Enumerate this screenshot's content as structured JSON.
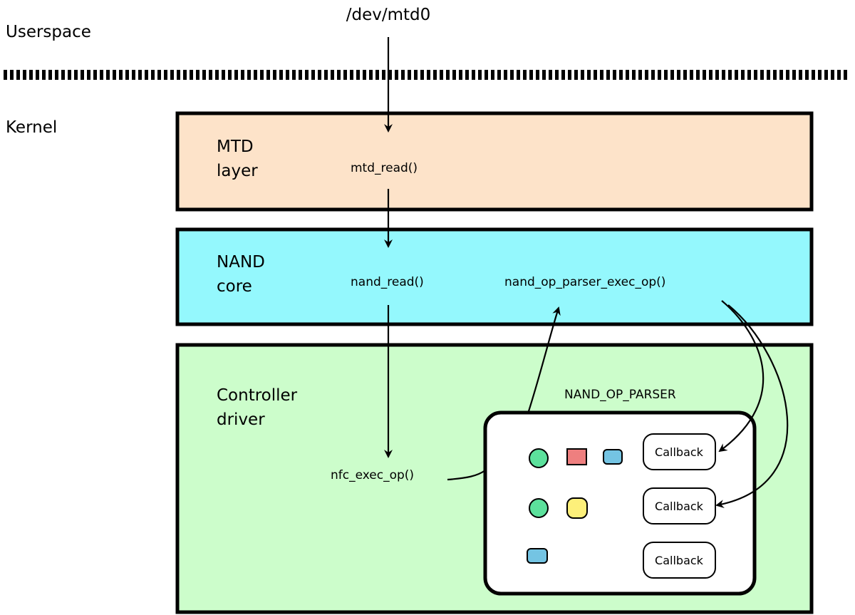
{
  "zones": {
    "userspace": "Userspace",
    "kernel": "Kernel"
  },
  "entry": "/dev/mtd0",
  "layers": {
    "mtd": {
      "line1": "MTD",
      "line2": "layer",
      "fn": "mtd_read()",
      "color": "#fde3c9"
    },
    "nand": {
      "line1": "NAND",
      "line2": "core",
      "fn_read": "nand_read()",
      "fn_exec": "nand_op_parser_exec_op()",
      "color": "#94f8fd"
    },
    "controller": {
      "line1": "Controller",
      "line2": "driver",
      "fn": "nfc_exec_op()",
      "color": "#ccfdcb"
    }
  },
  "parser": {
    "title": "NAND_OP_PARSER",
    "callbacks": [
      "Callback",
      "Callback",
      "Callback"
    ]
  },
  "shape_colors": {
    "green": "#5ce19c",
    "red": "#ee7f7f",
    "blue": "#74c4e3",
    "yellow": "#fdf07a"
  }
}
